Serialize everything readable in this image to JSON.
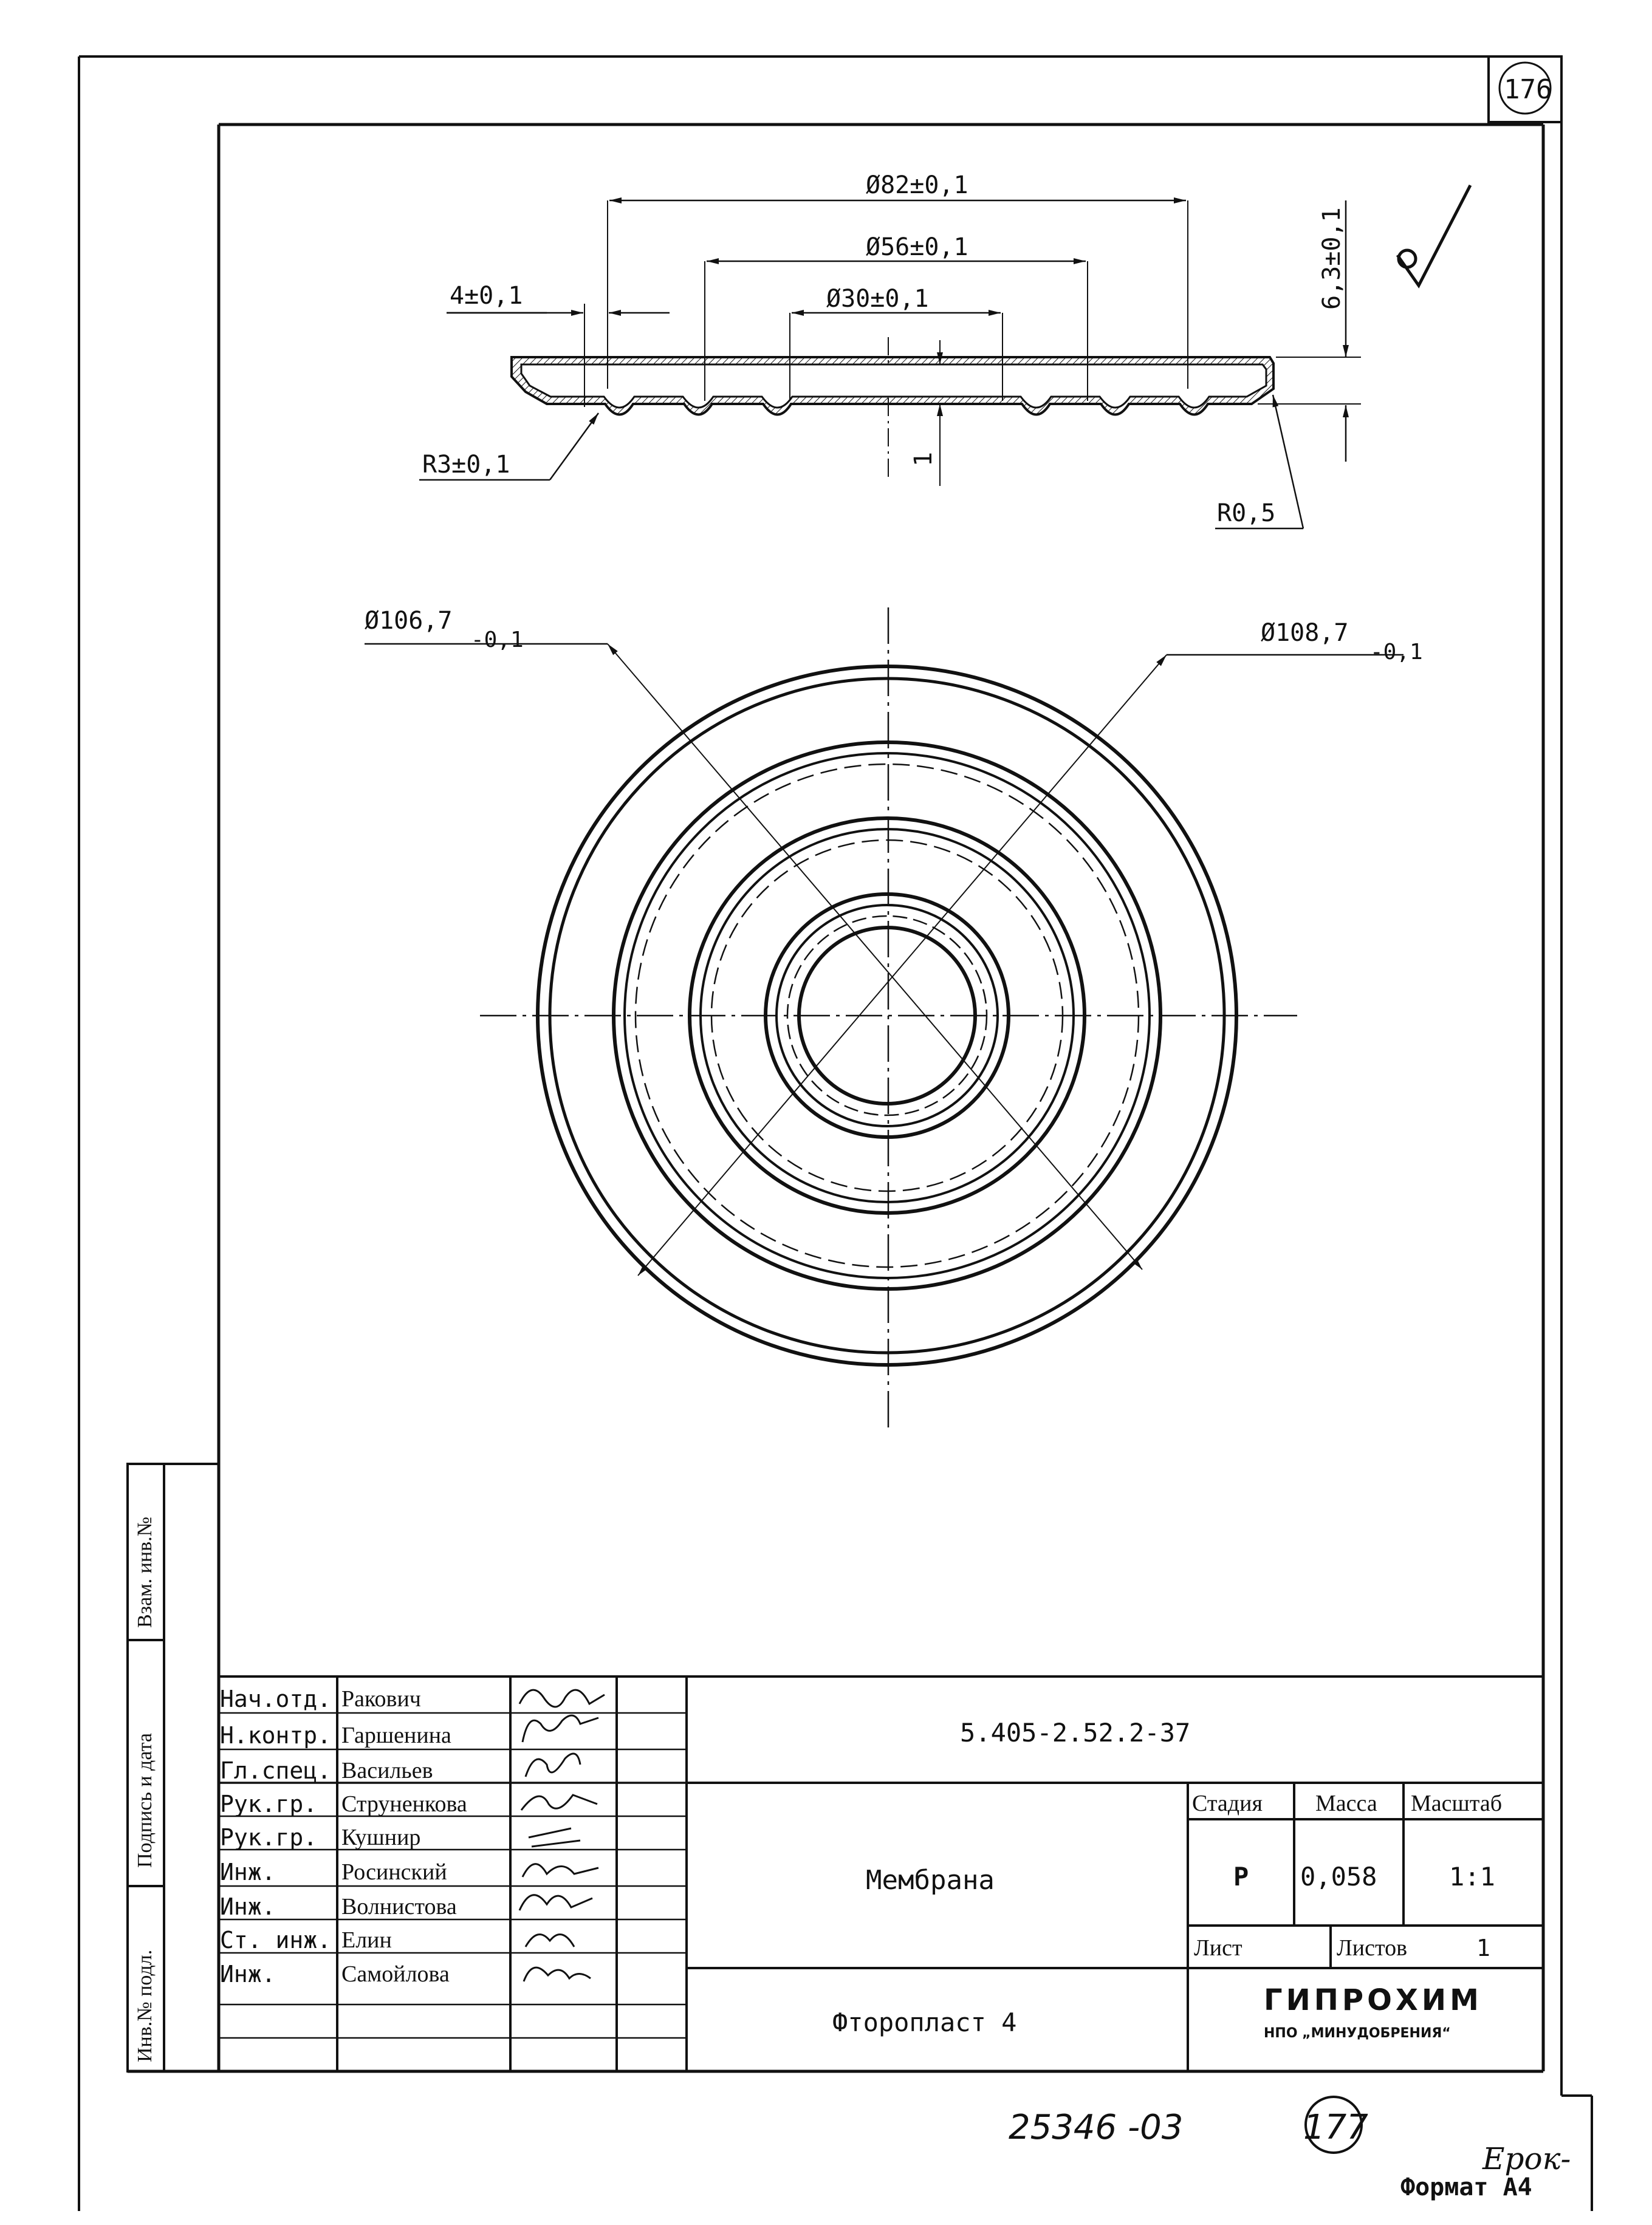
{
  "sheet": {
    "sheet_number": "176",
    "bottom_sheet_number": "177",
    "archive_number": "25346 -03",
    "format_label": "Формат А4",
    "corner_scribble": "Ерок-"
  },
  "side_stamp": {
    "label_top": "Взам. инв.№",
    "label_middle": "Подпись и дата",
    "label_bottom": "Инв.№ подл."
  },
  "dimensions": {
    "d82": "Ø82±0,1",
    "d56": "Ø56±0,1",
    "d30": "Ø30±0,1",
    "w4": "4±0,1",
    "r3": "R3±0,1",
    "r05": "R0,5",
    "h63": "6,3±0,1",
    "t1": "1",
    "d106_main": "Ø106,7",
    "d106_tol": "-0,1",
    "d108_main": "Ø108,7",
    "d108_tol": "-0,1"
  },
  "title_block": {
    "document_code": "5.405-2.52.2-37",
    "part_name": "Мембрана",
    "material": "Фторопласт 4",
    "stage_label": "Стадия",
    "mass_label": "Масса",
    "scale_label": "Масштаб",
    "stage_value": "Р",
    "mass_value": "0,058",
    "scale_value": "1:1",
    "sheet_label": "Лист",
    "sheets_label": "Листов",
    "sheets_value": "1",
    "org_name": "ГИПРОХИМ",
    "org_sub": "НПО „МИНУДОБРЕНИЯ“",
    "staff": [
      {
        "role": "Нач.отд.",
        "name": "Ракович"
      },
      {
        "role": "Н.контр.",
        "name": "Гаршенина"
      },
      {
        "role": "Гл.спец.",
        "name": "Васильев"
      },
      {
        "role": "Рук.гр.",
        "name": "Струненкова"
      },
      {
        "role": "Рук.гр.",
        "name": "Кушнир"
      },
      {
        "role": "Инж.",
        "name": "Росинский"
      },
      {
        "role": "Инж.",
        "name": "Волнистова"
      },
      {
        "role": "Ст. инж.",
        "name": "Елин"
      },
      {
        "role": "Инж.",
        "name": "Самойлова"
      }
    ]
  }
}
